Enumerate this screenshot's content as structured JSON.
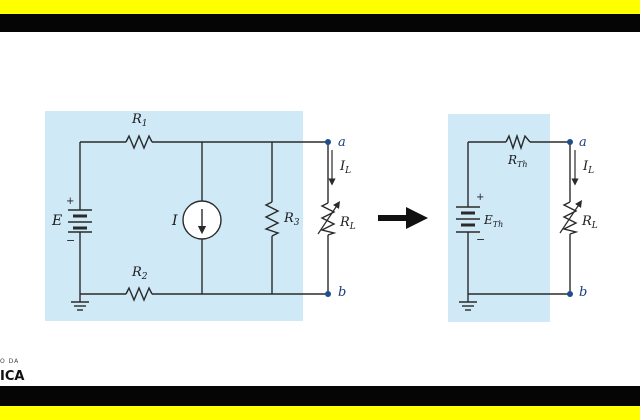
{
  "colors": {
    "frame_yellow": "#ffff00",
    "frame_black": "#050505",
    "panel_blue": "#cfe9f7",
    "wire": "#2a2a2a",
    "terminal": "#1f4e8c",
    "arrow": "#111111"
  },
  "original_circuit": {
    "source_label": "E",
    "source_plus": "+",
    "source_minus": "−",
    "resistor_top": {
      "main": "R",
      "sub": "1"
    },
    "resistor_bottom": {
      "main": "R",
      "sub": "2"
    },
    "current_source": "I",
    "resistor_shunt": {
      "main": "R",
      "sub": "3"
    },
    "load_resistor": {
      "main": "R",
      "sub": "L"
    },
    "load_current": {
      "main": "I",
      "sub": "L"
    },
    "terminal_a": "a",
    "terminal_b": "b"
  },
  "thevenin_circuit": {
    "source_label": {
      "main": "E",
      "sub": "Th"
    },
    "source_plus": "+",
    "source_minus": "−",
    "resistor": {
      "main": "R",
      "sub": "Th"
    },
    "load_resistor": {
      "main": "R",
      "sub": "L"
    },
    "load_current": {
      "main": "I",
      "sub": "L"
    },
    "terminal_a": "a",
    "terminal_b": "b"
  },
  "watermark": {
    "line1": "O  DA",
    "line2": "ICA"
  }
}
